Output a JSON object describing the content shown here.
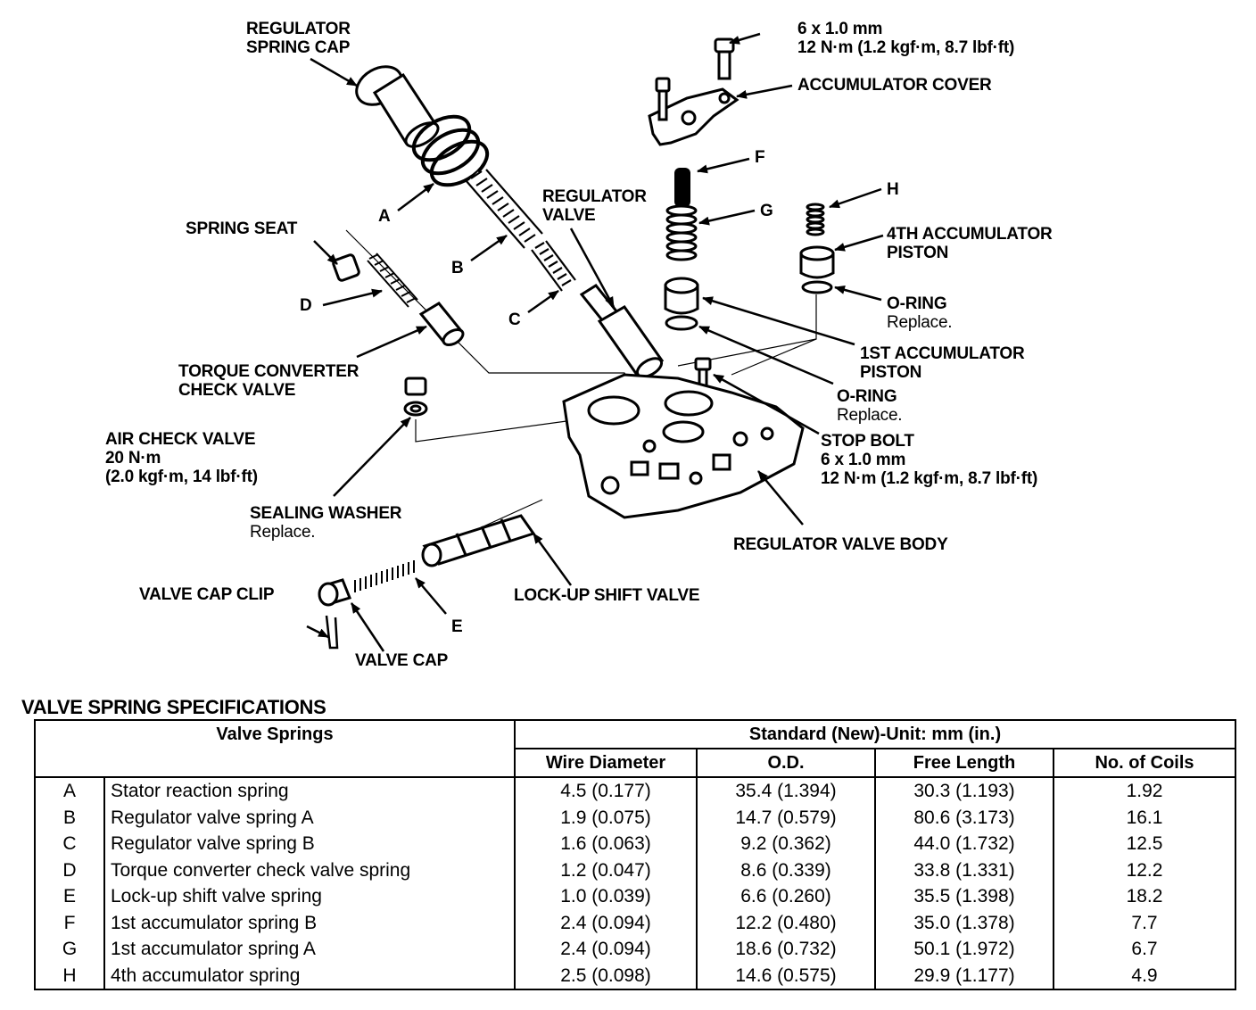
{
  "labels": {
    "regulator_spring_cap": [
      "REGULATOR",
      "SPRING CAP"
    ],
    "bolt_top": [
      "6 x 1.0 mm",
      "12 N·m (1.2 kgf·m, 8.7 lbf·ft)"
    ],
    "accumulator_cover": "ACCUMULATOR COVER",
    "f": "F",
    "g": "G",
    "h": "H",
    "a": "A",
    "b": "B",
    "c": "C",
    "d": "D",
    "e": "E",
    "regulator_valve": [
      "REGULATOR",
      "VALVE"
    ],
    "spring_seat": "SPRING SEAT",
    "fourth_accumulator_piston": [
      "4TH ACCUMULATOR",
      "PISTON"
    ],
    "o_ring_upper": "O-RING",
    "o_ring_upper_note": "Replace.",
    "first_accumulator_piston": [
      "1ST ACCUMULATOR",
      "PISTON"
    ],
    "torque_converter_check_valve": [
      "TORQUE CONVERTER",
      "CHECK VALVE"
    ],
    "o_ring_lower": "O-RING",
    "o_ring_lower_note": "Replace.",
    "air_check_valve": [
      "AIR CHECK VALVE",
      "20 N·m",
      "(2.0 kgf·m, 14 lbf·ft)"
    ],
    "stop_bolt": [
      "STOP BOLT",
      "6 x 1.0 mm",
      "12 N·m (1.2 kgf·m, 8.7 lbf·ft)"
    ],
    "sealing_washer": "SEALING WASHER",
    "sealing_washer_note": "Replace.",
    "regulator_valve_body": "REGULATOR VALVE BODY",
    "valve_cap_clip": "VALVE CAP CLIP",
    "lock_up_shift_valve": "LOCK-UP SHIFT VALVE",
    "valve_cap": "VALVE CAP"
  },
  "spec": {
    "title": "VALVE SPRING SPECIFICATIONS",
    "header_springs": "Valve Springs",
    "header_standard": "Standard (New)-Unit: mm (in.)",
    "columns": [
      "Wire Diameter",
      "O.D.",
      "Free Length",
      "No. of Coils"
    ],
    "rows": [
      {
        "key": "A",
        "name": "Stator reaction spring",
        "wire": "4.5 (0.177)",
        "od": "35.4 (1.394)",
        "free": "30.3 (1.193)",
        "coils": "1.92"
      },
      {
        "key": "B",
        "name": "Regulator valve spring A",
        "wire": "1.9 (0.075)",
        "od": "14.7 (0.579)",
        "free": "80.6 (3.173)",
        "coils": "16.1"
      },
      {
        "key": "C",
        "name": "Regulator valve spring B",
        "wire": "1.6 (0.063)",
        "od": "9.2 (0.362)",
        "free": "44.0 (1.732)",
        "coils": "12.5"
      },
      {
        "key": "D",
        "name": "Torque converter check valve spring",
        "wire": "1.2 (0.047)",
        "od": "8.6 (0.339)",
        "free": "33.8 (1.331)",
        "coils": "12.2"
      },
      {
        "key": "E",
        "name": "Lock-up shift valve spring",
        "wire": "1.0 (0.039)",
        "od": "6.6 (0.260)",
        "free": "35.5 (1.398)",
        "coils": "18.2"
      },
      {
        "key": "F",
        "name": "1st accumulator spring B",
        "wire": "2.4 (0.094)",
        "od": "12.2 (0.480)",
        "free": "35.0 (1.378)",
        "coils": "7.7"
      },
      {
        "key": "G",
        "name": "1st accumulator spring A",
        "wire": "2.4 (0.094)",
        "od": "18.6 (0.732)",
        "free": "50.1 (1.972)",
        "coils": "6.7"
      },
      {
        "key": "H",
        "name": "4th accumulator spring",
        "wire": "2.5 (0.098)",
        "od": "14.6 (0.575)",
        "free": "29.9 (1.177)",
        "coils": "4.9"
      }
    ]
  }
}
